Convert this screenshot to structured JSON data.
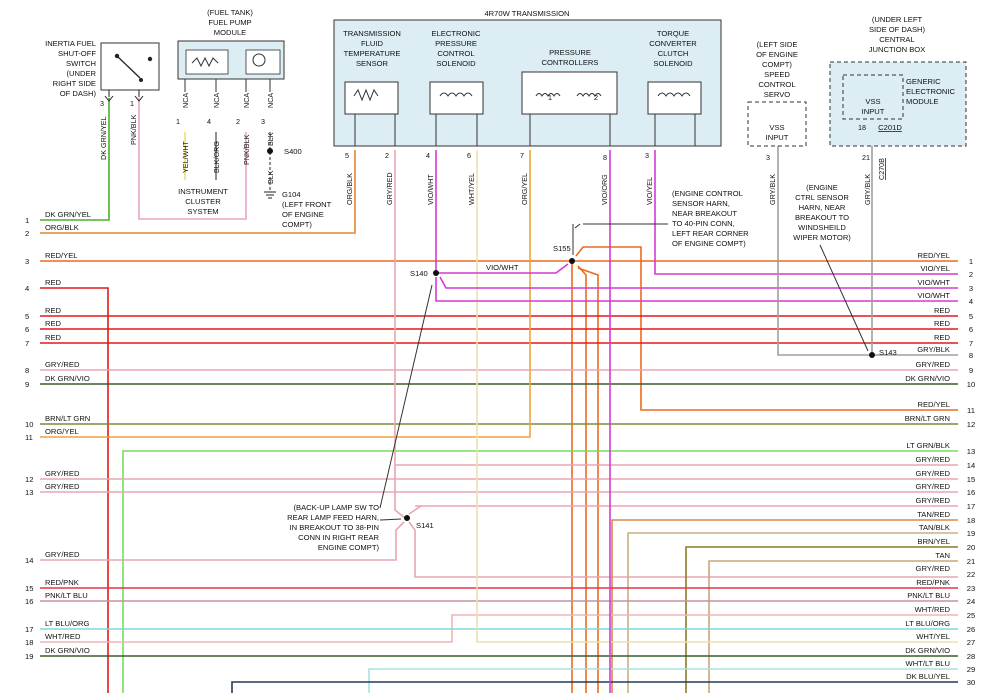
{
  "components": {
    "inertia_switch": [
      "INERTIA FUEL",
      "SHUT-OFF",
      "SWITCH",
      "(UNDER",
      "RIGHT SIDE",
      "OF DASH)"
    ],
    "fuel_pump": [
      "(FUEL TANK)",
      "FUEL PUMP",
      "MODULE"
    ],
    "transmission_title": "4R70W TRANSMISSION",
    "tft_sensor": [
      "TRANSMISSION",
      "FLUID",
      "TEMPERATURE",
      "SENSOR"
    ],
    "epc_solenoid": [
      "ELECTRONIC",
      "PRESSURE",
      "CONTROL",
      "SOLENOID"
    ],
    "pressure_controllers": [
      "PRESSURE",
      "CONTROLLERS"
    ],
    "tcc_solenoid": [
      "TORQUE",
      "CONVERTER",
      "CLUTCH",
      "SOLENOID"
    ],
    "speed_servo": [
      "(LEFT SIDE",
      "OF ENGINE",
      "COMPT)",
      "SPEED",
      "CONTROL",
      "SERVO"
    ],
    "central_junction": [
      "(UNDER LEFT",
      "SIDE OF DASH)",
      "CENTRAL",
      "JUNCTION BOX"
    ],
    "gem": [
      "GENERIC",
      "ELECTRONIC",
      "MODULE"
    ],
    "vss_input": [
      "VSS",
      "INPUT"
    ],
    "instrument_cluster": [
      "INSTRUMENT",
      "CLUSTER",
      "SYSTEM"
    ],
    "g104": [
      "G104",
      "(LEFT FRONT",
      "OF ENGINE",
      "COMPT)"
    ],
    "s400": "S400",
    "s155_note": [
      "(ENGINE CONTROL",
      "SENSOR HARN,",
      "NEAR BREAKOUT",
      "TO 40-PIN CONN,",
      "LEFT REAR CORNER",
      "OF ENGINE COMPT)"
    ],
    "s143_note": [
      "(ENGINE",
      "CTRL SENSOR",
      "HARN, NEAR",
      "BREAKOUT TO",
      "WINDSHEILD",
      "WIPER MOTOR)"
    ],
    "s141_note": [
      "(BACK-UP LAMP SW TO",
      "REAR LAMP FEED HARN,",
      "IN BREAKOUT TO 38-PIN",
      "CONN IN RIGHT REAR",
      "ENGINE COMPT)"
    ],
    "pc_nums": [
      "1",
      "2"
    ],
    "c201d": "C201D",
    "c270b": "C270B"
  },
  "splices": {
    "s155": "S155",
    "s140": "S140",
    "s141": "S141",
    "s143": "S143"
  },
  "mid_labels": {
    "vio_wht": "VIO/WHT"
  },
  "top_pins": {
    "inertia": [
      {
        "num": "3",
        "color": "DK GRN/YEL"
      },
      {
        "num": "1",
        "color": "PNK/BLK"
      }
    ],
    "pump": [
      {
        "num": "1",
        "color": "YEL/WHT",
        "nca": "NCA"
      },
      {
        "num": "4",
        "color": "BLK/ORG",
        "nca": "NCA"
      },
      {
        "num": "2",
        "color": "PNK/BLK",
        "nca": "NCA"
      },
      {
        "num": "3",
        "color": "BLK",
        "nca": "NCA"
      }
    ],
    "pump_blk2": "BLK",
    "trans": [
      {
        "num": "5",
        "color": "ORG/BLK"
      },
      {
        "num": "2",
        "color": "GRY/RED"
      },
      {
        "num": "4",
        "color": "VIO/WHT"
      },
      {
        "num": "6",
        "color": "WHT/YEL"
      },
      {
        "num": "7",
        "color": "ORG/YEL"
      },
      {
        "num": "8",
        "color": "VIO/ORG"
      },
      {
        "num": "3",
        "color": "VIO/YEL"
      }
    ],
    "servo": {
      "num": "3",
      "color": "GRY/BLK"
    },
    "gem": {
      "num": "18",
      "alt": "21",
      "color": "GRY/BLK"
    }
  },
  "left_rows": [
    {
      "num": "1",
      "label": "DK GRN/YEL"
    },
    {
      "num": "2",
      "label": "ORG/BLK"
    },
    {
      "num": "3",
      "label": "RED/YEL"
    },
    {
      "num": "4",
      "label": "RED"
    },
    {
      "num": "5",
      "label": "RED"
    },
    {
      "num": "6",
      "label": "RED"
    },
    {
      "num": "7",
      "label": "RED"
    },
    {
      "num": "8",
      "label": "GRY/RED"
    },
    {
      "num": "9",
      "label": "DK GRN/VIO"
    },
    {
      "num": "10",
      "label": "BRN/LT GRN"
    },
    {
      "num": "11",
      "label": "ORG/YEL"
    },
    {
      "num": "12",
      "label": "GRY/RED"
    },
    {
      "num": "13",
      "label": "GRY/RED"
    },
    {
      "num": "14",
      "label": "GRY/RED"
    },
    {
      "num": "15",
      "label": "RED/PNK"
    },
    {
      "num": "16",
      "label": "PNK/LT BLU"
    },
    {
      "num": "17",
      "label": "LT BLU/ORG"
    },
    {
      "num": "18",
      "label": "WHT/RED"
    },
    {
      "num": "19",
      "label": "DK GRN/VIO"
    }
  ],
  "right_rows": [
    {
      "num": "1",
      "label": "RED/YEL"
    },
    {
      "num": "2",
      "label": "VIO/YEL"
    },
    {
      "num": "3",
      "label": "VIO/WHT"
    },
    {
      "num": "4",
      "label": "VIO/WHT"
    },
    {
      "num": "5",
      "label": "RED"
    },
    {
      "num": "6",
      "label": "RED"
    },
    {
      "num": "7",
      "label": "RED"
    },
    {
      "num": "8",
      "label": "GRY/BLK"
    },
    {
      "num": "9",
      "label": "GRY/RED"
    },
    {
      "num": "10",
      "label": "DK GRN/VIO"
    },
    {
      "num": "11",
      "label": "RED/YEL"
    },
    {
      "num": "12",
      "label": "BRN/LT GRN"
    },
    {
      "num": "13",
      "label": "LT GRN/BLK"
    },
    {
      "num": "14",
      "label": "GRY/RED"
    },
    {
      "num": "15",
      "label": "GRY/RED"
    },
    {
      "num": "16",
      "label": "GRY/RED"
    },
    {
      "num": "17",
      "label": "GRY/RED"
    },
    {
      "num": "18",
      "label": "TAN/RED"
    },
    {
      "num": "19",
      "label": "TAN/BLK"
    },
    {
      "num": "20",
      "label": "BRN/YEL"
    },
    {
      "num": "21",
      "label": "TAN"
    },
    {
      "num": "22",
      "label": "GRY/RED"
    },
    {
      "num": "23",
      "label": "RED/PNK"
    },
    {
      "num": "24",
      "label": "PNK/LT BLU"
    },
    {
      "num": "25",
      "label": "WHT/RED"
    },
    {
      "num": "26",
      "label": "LT BLU/ORG"
    },
    {
      "num": "27",
      "label": "WHT/YEL"
    },
    {
      "num": "28",
      "label": "DK GRN/VIO"
    },
    {
      "num": "29",
      "label": "WHT/LT BLU"
    },
    {
      "num": "30",
      "label": "DK BLU/YEL"
    }
  ]
}
